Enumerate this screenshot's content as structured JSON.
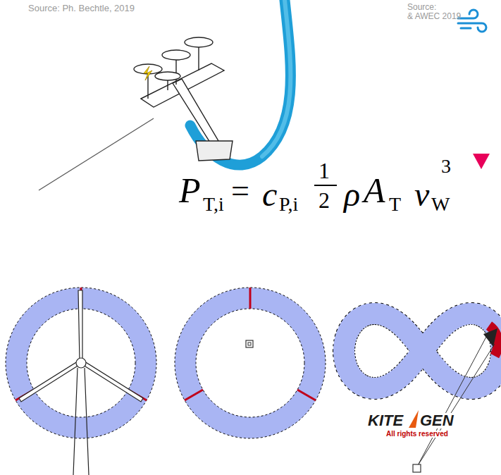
{
  "diagram": {
    "labels": [
      "Source: Ph. Bechtle, 2019",
      "Source:",
      "& AWEC 2019",
      "P",
      "T,i",
      "=",
      "c",
      "P,i",
      "1",
      "2",
      "ρ",
      "A",
      "T",
      "v",
      "W",
      "3",
      "KITE",
      "GEN",
      "All rights reserved"
    ]
  }
}
